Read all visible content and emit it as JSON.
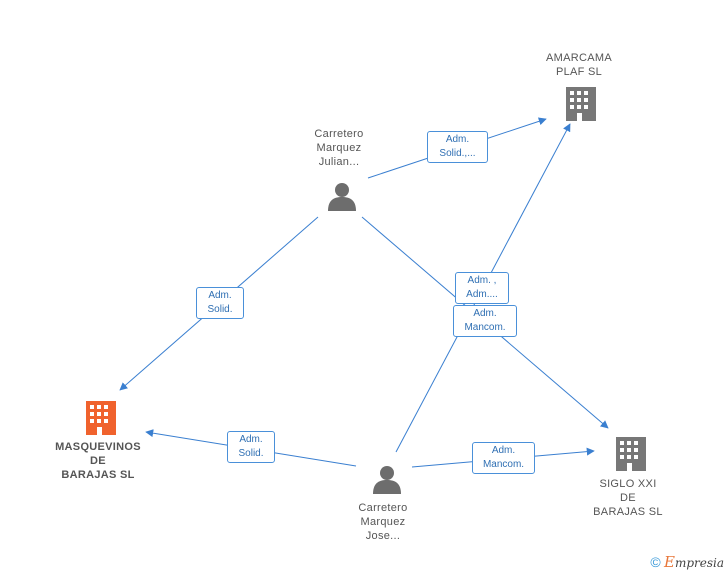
{
  "colors": {
    "edge": "#3a7fd0",
    "company": "#777777",
    "company_main": "#f0622d",
    "person": "#6d6d6d"
  },
  "nodes": {
    "amarcama": {
      "lines": [
        "AMARCAMA",
        "PLAF  SL"
      ],
      "icon": "building-icon"
    },
    "julian": {
      "lines": [
        "Carretero",
        "Marquez",
        "Julian..."
      ],
      "icon": "person-icon"
    },
    "masquevinos": {
      "lines": [
        "MASQUEVINOS",
        "DE",
        "BARAJAS  SL"
      ],
      "icon": "building-icon"
    },
    "siglo": {
      "lines": [
        "SIGLO XXI",
        "DE",
        "BARAJAS SL"
      ],
      "icon": "building-icon"
    },
    "jose": {
      "lines": [
        "Carretero",
        "Marquez",
        "Jose..."
      ],
      "icon": "person-icon"
    }
  },
  "edges": [
    {
      "id": "julian-amarcama",
      "lines": [
        "Adm.",
        "Solid.,..."
      ]
    },
    {
      "id": "julian-masquevinos",
      "lines": [
        "Adm.",
        "Solid."
      ]
    },
    {
      "id": "julian-siglo",
      "lines": [
        "Adm. ,",
        "Adm...."
      ]
    },
    {
      "id": "jose-amarcama",
      "lines": [
        "Adm.",
        "Mancom."
      ]
    },
    {
      "id": "jose-masquevinos",
      "lines": [
        "Adm.",
        "Solid."
      ]
    },
    {
      "id": "jose-siglo",
      "lines": [
        "Adm.",
        "Mancom."
      ]
    }
  ],
  "footer": {
    "copyright": "©",
    "brand_initial": "E",
    "brand_rest": "mpresia"
  }
}
